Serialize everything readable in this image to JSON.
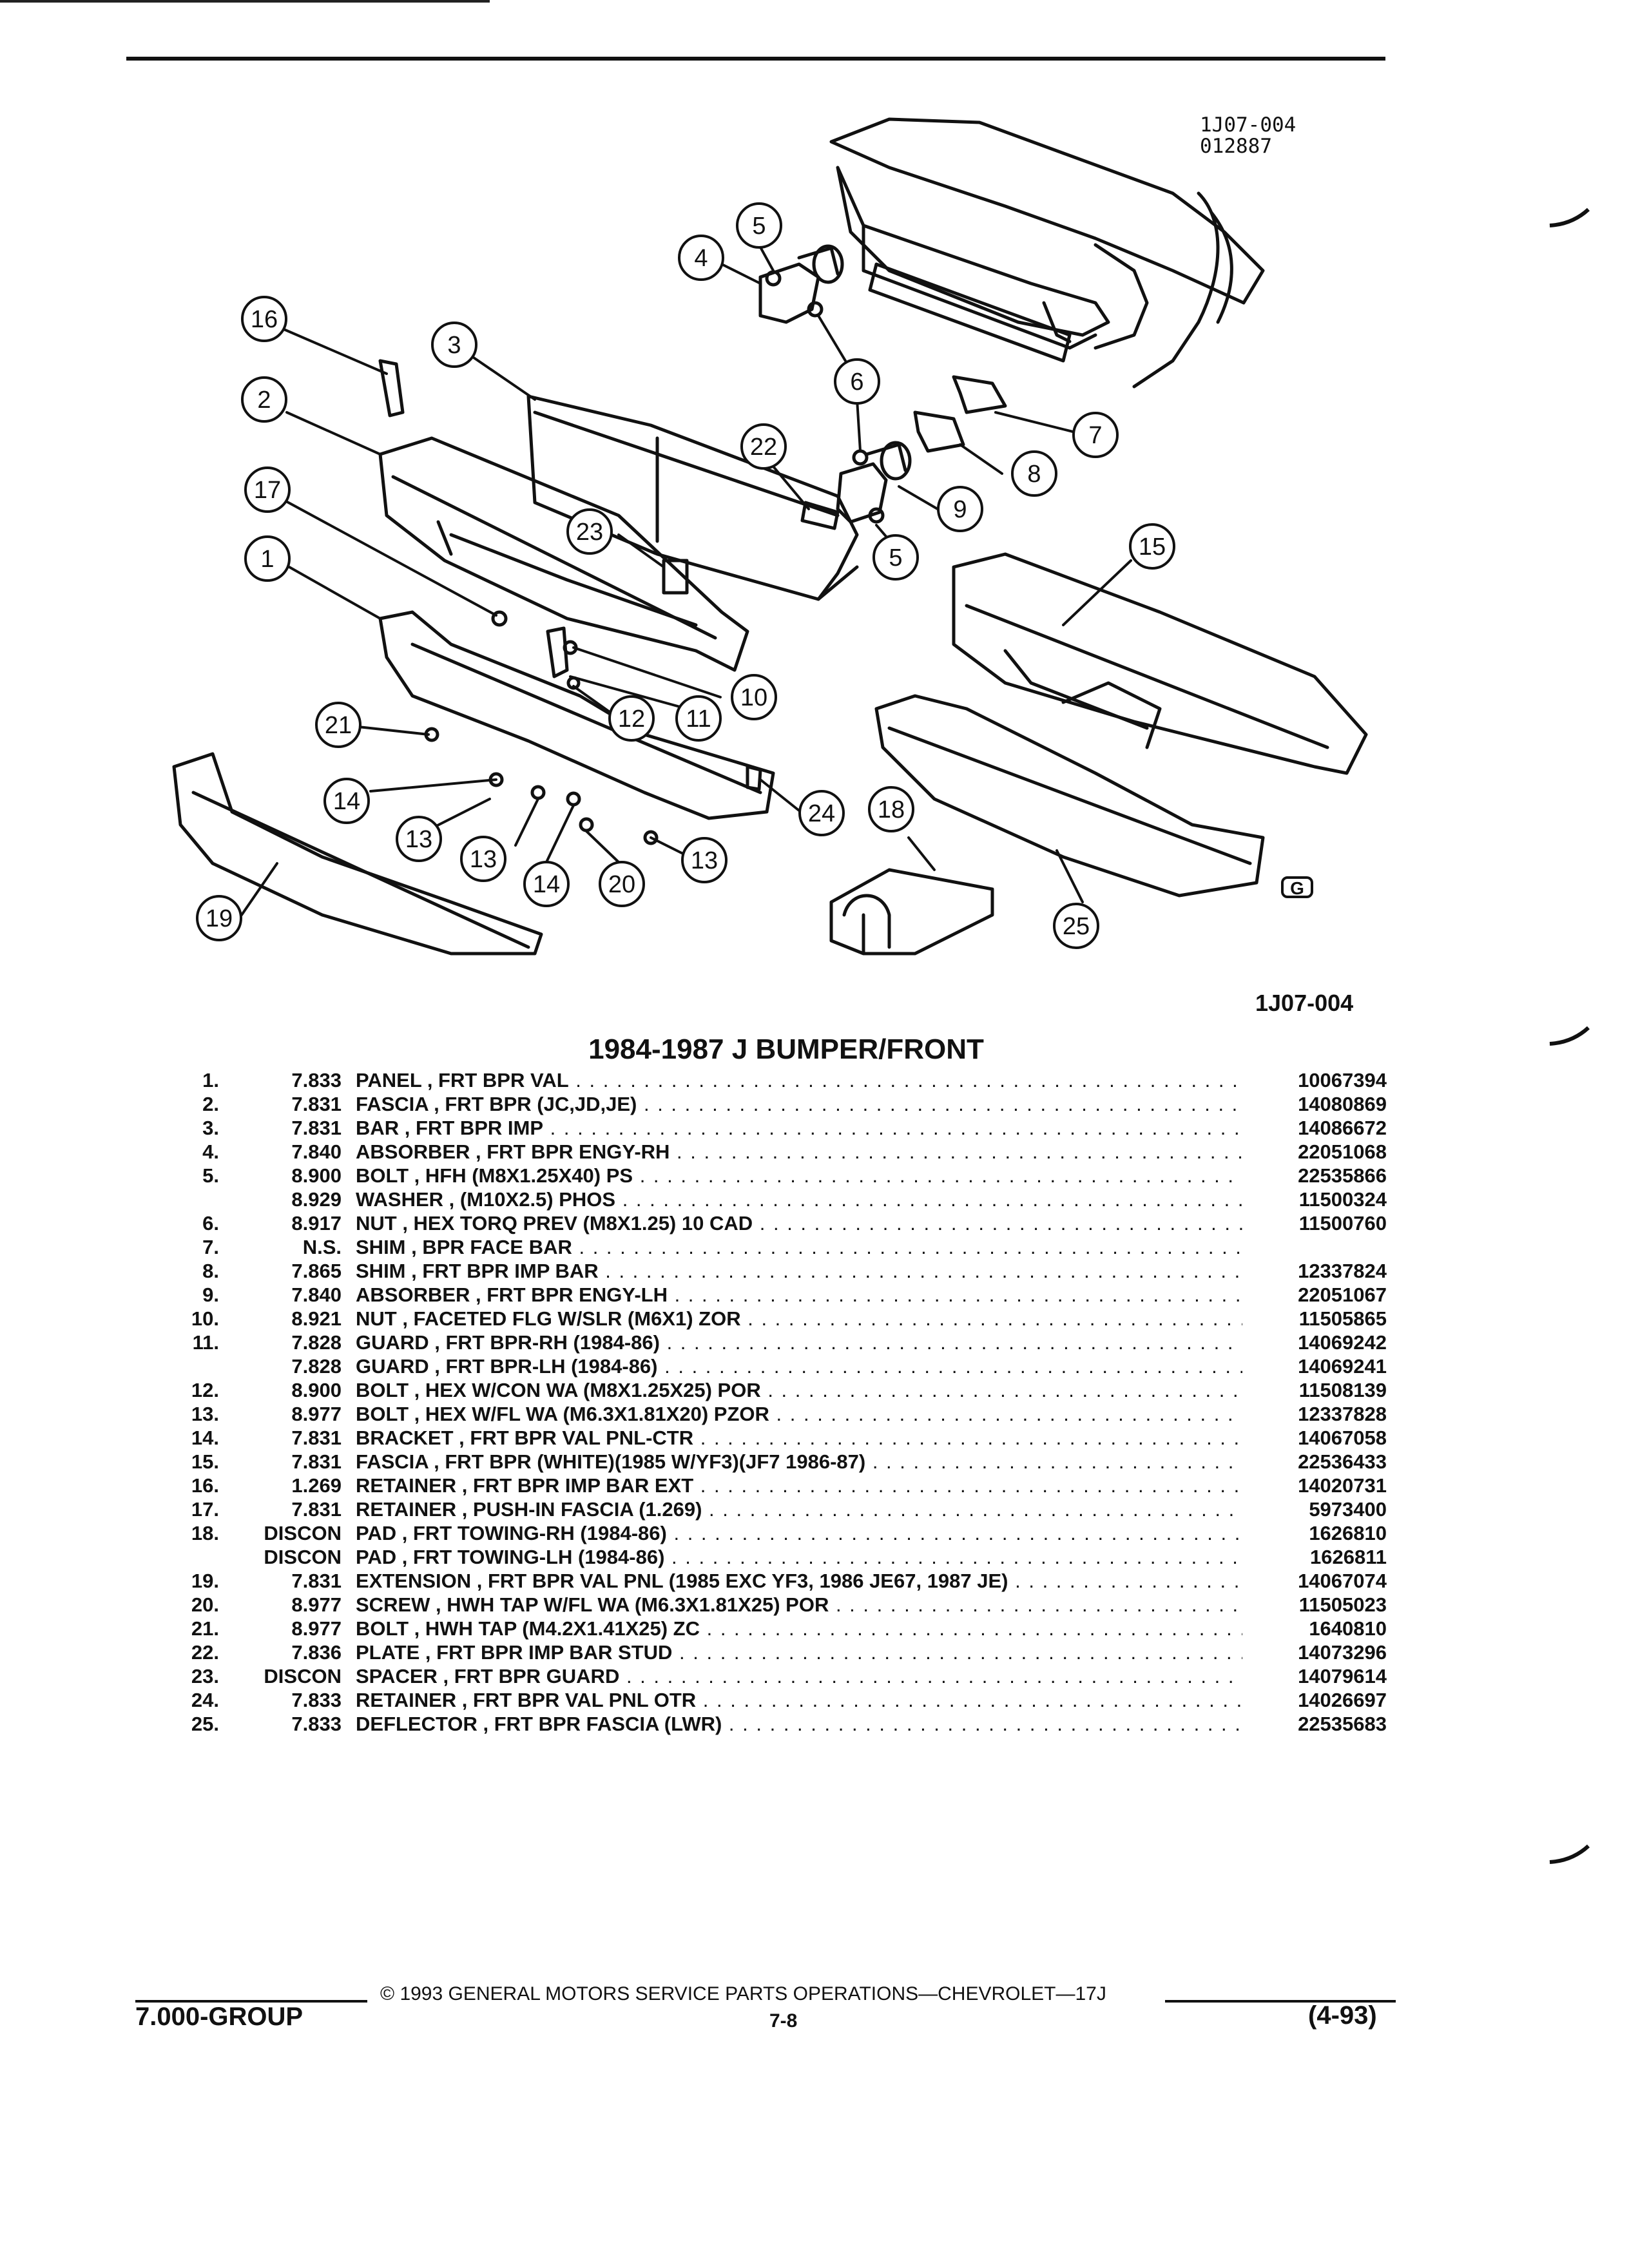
{
  "header": {
    "drawing_code": "1J07-004",
    "drawing_date": "012887",
    "figure_code": "1J07-004"
  },
  "diagram": {
    "callouts": [
      "1",
      "2",
      "3",
      "4",
      "5",
      "6",
      "7",
      "8",
      "9",
      "10",
      "11",
      "12",
      "13",
      "14",
      "15",
      "16",
      "17",
      "18",
      "19",
      "20",
      "21",
      "22",
      "23",
      "24",
      "25"
    ],
    "logo_letter": "G"
  },
  "title": "1984-1987 J BUMPER/FRONT",
  "parts": [
    {
      "num": "1.",
      "group": "7.833",
      "desc": "PANEL , FRT BPR VAL",
      "part": "10067394"
    },
    {
      "num": "2.",
      "group": "7.831",
      "desc": "FASCIA , FRT BPR (JC,JD,JE)",
      "part": "14080869"
    },
    {
      "num": "3.",
      "group": "7.831",
      "desc": "BAR , FRT BPR IMP",
      "part": "14086672"
    },
    {
      "num": "4.",
      "group": "7.840",
      "desc": "ABSORBER , FRT BPR ENGY-RH",
      "part": "22051068"
    },
    {
      "num": "5.",
      "group": "8.900",
      "desc": "BOLT , HFH (M8X1.25X40) PS",
      "part": "22535866"
    },
    {
      "num": "",
      "group": "8.929",
      "desc": "WASHER , (M10X2.5) PHOS",
      "part": "11500324"
    },
    {
      "num": "6.",
      "group": "8.917",
      "desc": "NUT , HEX TORQ PREV (M8X1.25) 10 CAD",
      "part": "11500760"
    },
    {
      "num": "7.",
      "group": "N.S.",
      "desc": "SHIM , BPR FACE BAR",
      "part": ""
    },
    {
      "num": "8.",
      "group": "7.865",
      "desc": "SHIM , FRT BPR IMP BAR",
      "part": "12337824"
    },
    {
      "num": "9.",
      "group": "7.840",
      "desc": "ABSORBER , FRT BPR ENGY-LH",
      "part": "22051067"
    },
    {
      "num": "10.",
      "group": "8.921",
      "desc": "NUT , FACETED FLG W/SLR (M6X1) ZOR",
      "part": "11505865"
    },
    {
      "num": "11.",
      "group": "7.828",
      "desc": "GUARD , FRT BPR-RH (1984-86)",
      "part": "14069242"
    },
    {
      "num": "",
      "group": "7.828",
      "desc": "GUARD , FRT BPR-LH (1984-86)",
      "part": "14069241"
    },
    {
      "num": "12.",
      "group": "8.900",
      "desc": "BOLT , HEX W/CON WA (M8X1.25X25) POR",
      "part": "11508139"
    },
    {
      "num": "13.",
      "group": "8.977",
      "desc": "BOLT , HEX W/FL WA (M6.3X1.81X20) PZOR",
      "part": "12337828"
    },
    {
      "num": "14.",
      "group": "7.831",
      "desc": "BRACKET , FRT BPR VAL PNL-CTR",
      "part": "14067058"
    },
    {
      "num": "15.",
      "group": "7.831",
      "desc": "FASCIA , FRT BPR (WHITE)(1985 W/YF3)(JF7 1986-87)",
      "part": "22536433"
    },
    {
      "num": "16.",
      "group": "1.269",
      "desc": "RETAINER , FRT BPR IMP BAR EXT",
      "part": "14020731"
    },
    {
      "num": "17.",
      "group": "7.831",
      "desc": "RETAINER , PUSH-IN FASCIA (1.269)",
      "part": "5973400"
    },
    {
      "num": "18.",
      "group": "DISCON",
      "desc": "PAD , FRT TOWING-RH (1984-86)",
      "part": "1626810"
    },
    {
      "num": "",
      "group": "DISCON",
      "desc": "PAD , FRT TOWING-LH (1984-86)",
      "part": "1626811"
    },
    {
      "num": "19.",
      "group": "7.831",
      "desc": "EXTENSION , FRT BPR VAL PNL (1985 EXC YF3, 1986 JE67, 1987 JE)",
      "part": "14067074"
    },
    {
      "num": "20.",
      "group": "8.977",
      "desc": "SCREW , HWH TAP W/FL WA (M6.3X1.81X25) POR",
      "part": "11505023"
    },
    {
      "num": "21.",
      "group": "8.977",
      "desc": "BOLT , HWH TAP (M4.2X1.41X25) ZC",
      "part": "1640810"
    },
    {
      "num": "22.",
      "group": "7.836",
      "desc": "PLATE , FRT BPR IMP BAR STUD",
      "part": "14073296"
    },
    {
      "num": "23.",
      "group": "DISCON",
      "desc": "SPACER , FRT BPR GUARD",
      "part": "14079614"
    },
    {
      "num": "24.",
      "group": "7.833",
      "desc": "RETAINER , FRT BPR VAL PNL OTR",
      "part": "14026697"
    },
    {
      "num": "25.",
      "group": "7.833",
      "desc": "DEFLECTOR , FRT BPR FASCIA (LWR)",
      "part": "22535683"
    }
  ],
  "footer": {
    "group": "7.000-GROUP",
    "copyright": "© 1993 GENERAL MOTORS SERVICE PARTS OPERATIONS—CHEVROLET—17J",
    "page": "7-8",
    "date": "(4-93)"
  }
}
